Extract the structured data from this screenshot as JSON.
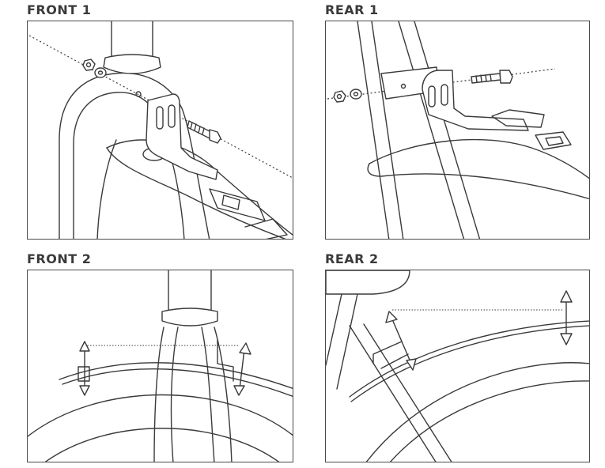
{
  "panels": {
    "front1": {
      "title": "FRONT 1"
    },
    "rear1": {
      "title": "REAR 1"
    },
    "front2": {
      "title": "FRONT 2"
    },
    "rear2": {
      "title": "REAR 2"
    }
  },
  "colors": {
    "stroke": "#3a3a3a",
    "border": "#4a4a4a",
    "background": "#ffffff"
  },
  "icons": {
    "front1": [
      "nut-icon",
      "washer-icon",
      "bolt-icon",
      "mounting-bracket-icon"
    ],
    "rear1": [
      "nut-icon",
      "washer-icon",
      "bolt-icon",
      "mounting-bracket-icon"
    ],
    "front2": [
      "adjust-arrow-icon"
    ],
    "rear2": [
      "adjust-arrow-icon"
    ]
  }
}
